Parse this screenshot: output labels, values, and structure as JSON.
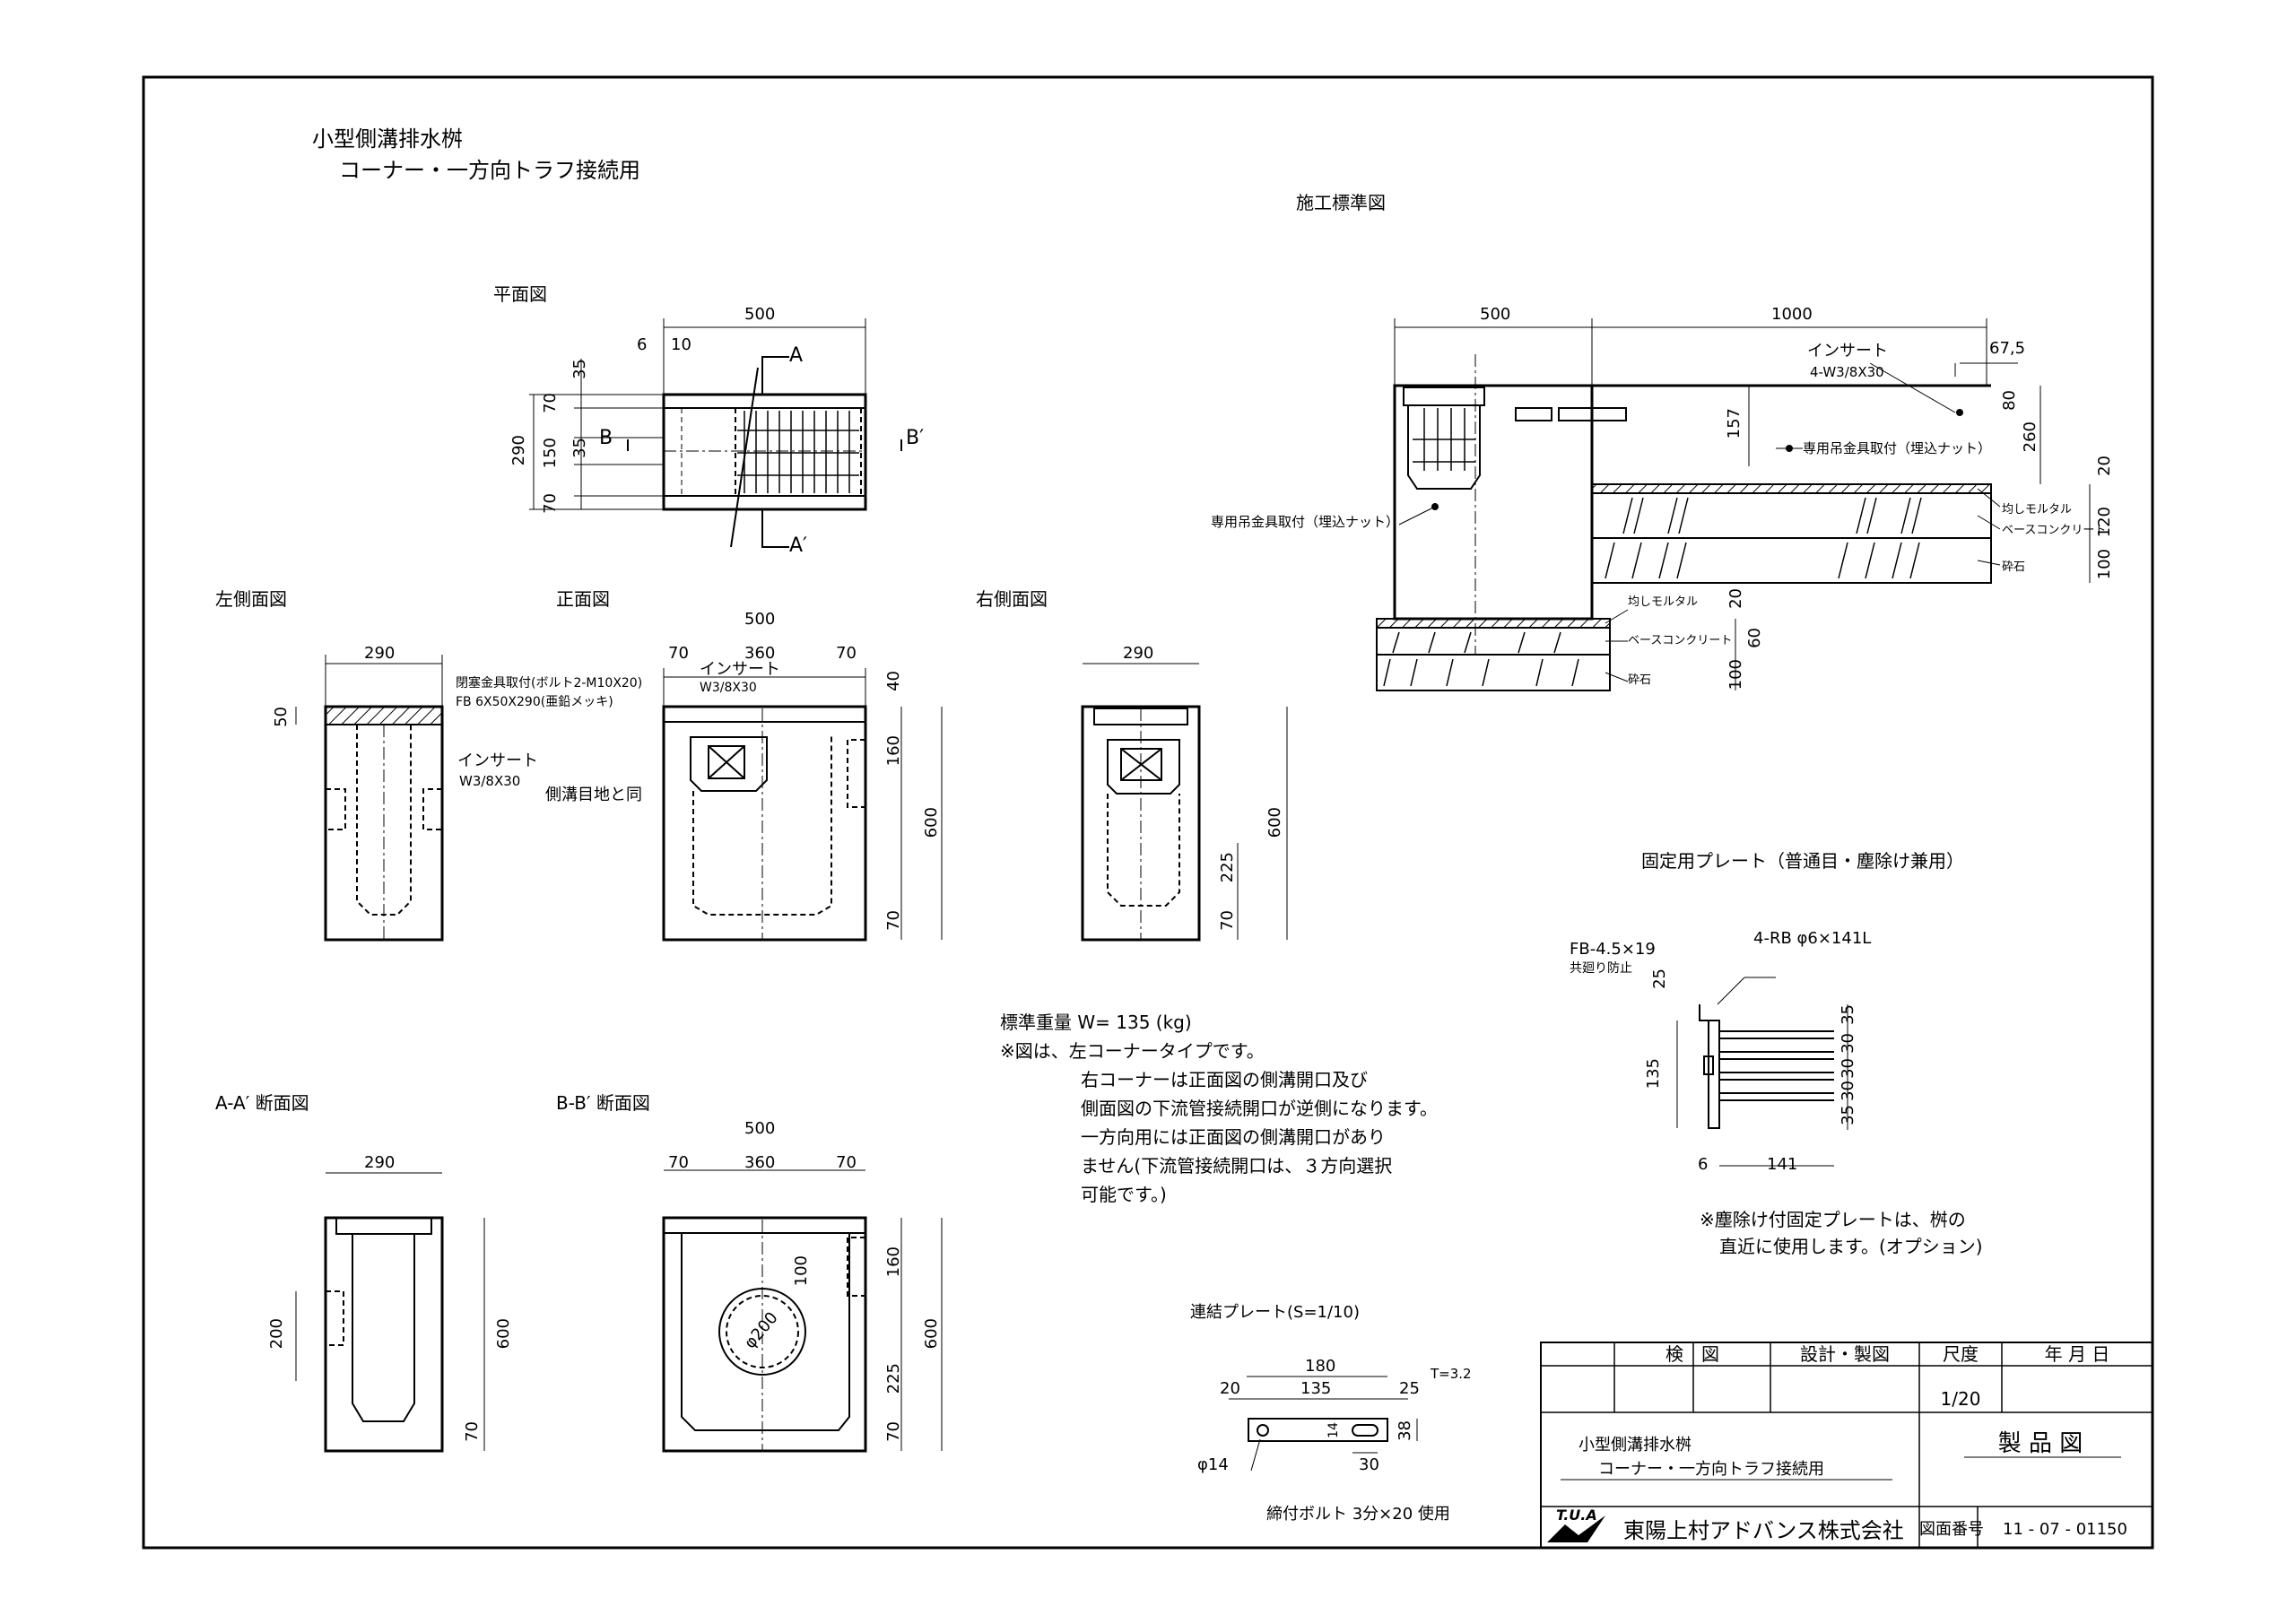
{
  "title": {
    "line1": "小型側溝排水桝",
    "line2": "コーナー・一方向トラフ接続用"
  },
  "views": {
    "plan": "平面図",
    "left_side": "左側面図",
    "front": "正面図",
    "right_side": "右側面図",
    "section_aa": "A-A′ 断面図",
    "section_bb": "B-B′ 断面図",
    "construction": "施工標準図",
    "fixing_plate": "固定用プレート（普通目・塵除け兼用）",
    "connecting_plate": "連結プレート(S=1/10)"
  },
  "plan_dims": {
    "width": "500",
    "d6": "6",
    "d10": "10",
    "depth": "290",
    "d35a": "35",
    "d70a": "70",
    "d150": "150",
    "d35b": "35",
    "d70b": "70",
    "cut_a": "A",
    "cut_a2": "A′",
    "cut_b": "B",
    "cut_b2": "B′"
  },
  "left_dims": {
    "width": "290",
    "d50": "50",
    "note_closure": "閉塞金具取付(ボルト2-M10X20)",
    "note_fb": "FB 6X50X290(亜鉛メッキ)",
    "note_insert": "インサート",
    "note_insert_spec": "W3/8X30",
    "note_joint": "側溝目地と同"
  },
  "front_dims": {
    "width": "500",
    "d70a": "70",
    "d360": "360",
    "d70b": "70",
    "d40": "40",
    "d160": "160",
    "height": "600",
    "d70c": "70",
    "insert": "インサート",
    "insert_spec": "W3/8X30"
  },
  "right_dims": {
    "width": "290",
    "height": "600",
    "d225": "225",
    "d70": "70"
  },
  "sec_aa_dims": {
    "width": "290",
    "d200": "200",
    "height": "600",
    "d70": "70"
  },
  "sec_bb_dims": {
    "width": "500",
    "d70a": "70",
    "d360": "360",
    "d70b": "70",
    "d100": "100",
    "d160": "160",
    "height": "600",
    "d225": "225",
    "d70c": "70",
    "pipe": "φ200"
  },
  "construction_dims": {
    "d500": "500",
    "d1000": "1000",
    "d67_5": "67,5",
    "insert": "インサート",
    "insert_spec": "4-W3/8X30",
    "d157": "157",
    "d80": "80",
    "d260": "260",
    "lift_nut_right": "専用吊金具取付（埋込ナット）",
    "lift_nut_left": "専用吊金具取付（埋込ナット）",
    "d20a": "20",
    "mortar_a": "均しモルタル",
    "d120": "120",
    "base_a": "ベースコンクリート",
    "d100a": "100",
    "gravel_a": "砕石",
    "d20b": "20",
    "mortar_b": "均しモルタル",
    "d60": "60",
    "base_b": "ベースコンクリート",
    "d100b": "100",
    "gravel_b": "砕石"
  },
  "notes": {
    "weight": "標準重量 W= 135 (kg)",
    "n1": "※図は、左コーナータイプです。",
    "n2": "右コーナーは正面図の側溝開口及び",
    "n3": "側面図の下流管接続開口が逆側になります。",
    "n4": "一方向用には正面図の側溝開口があり",
    "n5": "ません(下流管接続開口は、３方向選択",
    "n6": "可能です。)"
  },
  "fixing_plate": {
    "fb": "FB-4.5×19",
    "fb_note": "共廻り防止",
    "rb": "4-RB φ6×141L",
    "d25": "25",
    "d135": "135",
    "d35a": "35",
    "d30a": "30",
    "d30b": "30",
    "d30c": "30",
    "d35b": "35",
    "d6": "6",
    "d141": "141",
    "note1": "※塵除け付固定プレートは、桝の",
    "note2": "直近に使用します。(オプション)"
  },
  "connecting_plate": {
    "d180": "180",
    "d20": "20",
    "d135": "135",
    "d25": "25",
    "thickness": "T=3.2",
    "d14": "14",
    "d38": "38",
    "d30": "30",
    "hole": "φ14",
    "bolt": "締付ボルト 3分×20 使用"
  },
  "title_block": {
    "check": "検　図",
    "design": "設計・製図",
    "scale_label": "尺度",
    "date_label": "年 月 日",
    "scale": "1/20",
    "name1": "小型側溝排水桝",
    "name2": "コーナー・一方向トラフ接続用",
    "product_drawing": "製 品 図",
    "logo_text": "T.U.A",
    "company": "東陽上村アドバンス株式会社",
    "drawing_no_label": "図面番号",
    "drawing_no": "11 - 07 - 01150"
  }
}
